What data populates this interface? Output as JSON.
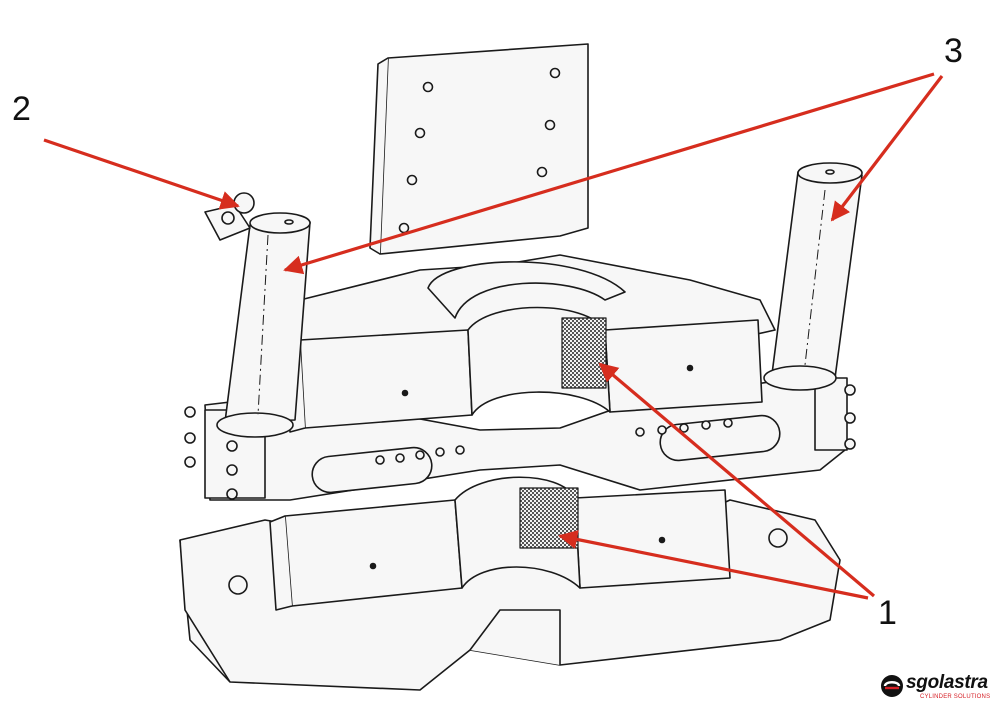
{
  "callouts": {
    "one": "1",
    "two": "2",
    "three": "3"
  },
  "logo": {
    "wordmark": "sgolastra",
    "tagline": "CYLINDER SOLUTIONS"
  },
  "colors": {
    "arrow": "#d62d1e",
    "line": "#1a1a1a",
    "fill": "#f7f7f7",
    "grip": "#555555",
    "logo_red": "#d61f26"
  }
}
